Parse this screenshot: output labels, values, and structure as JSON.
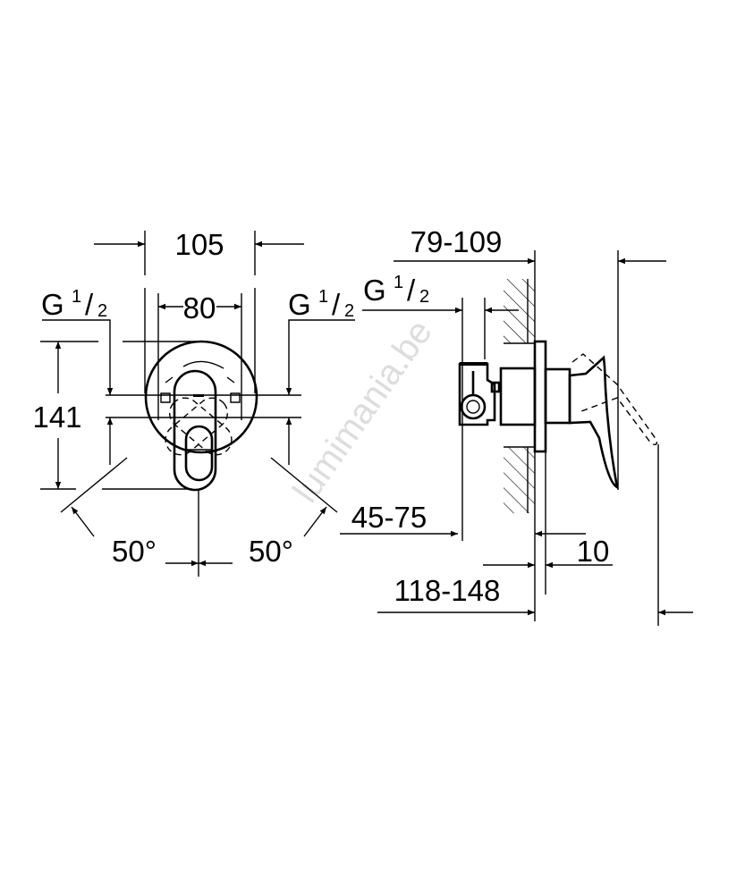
{
  "front_view": {
    "width_outer": "105",
    "width_inner": "80",
    "height": "141",
    "thread_left": {
      "g": "G",
      "num": "1",
      "den": "2"
    },
    "thread_right": {
      "g": "G",
      "num": "1",
      "den": "2"
    },
    "angle_left": "50°",
    "angle_right": "50°"
  },
  "side_view": {
    "depth_range": "79-109",
    "thread": {
      "g": "G",
      "num": "1",
      "den": "2"
    },
    "connection_range": "45-75",
    "plate_thickness": "10",
    "total_range": "118-148"
  },
  "watermark": "lumimania.be"
}
